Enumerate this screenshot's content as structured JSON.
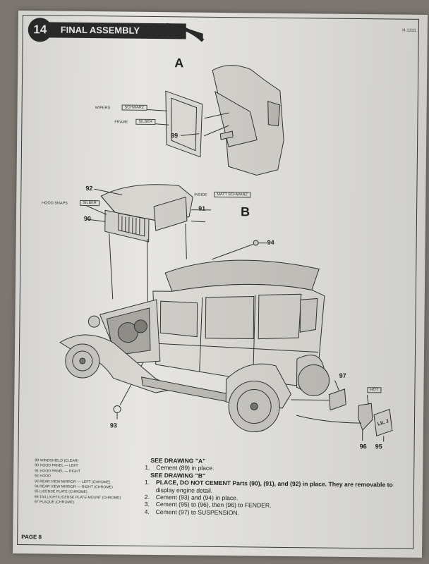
{
  "header": {
    "step_number": "14",
    "title": "FINAL ASSEMBLY",
    "kit_number": "H-1331"
  },
  "drawing_a": {
    "label": "A",
    "callouts": {
      "wipers": "WIPERS",
      "wipers_color": "SCHWARZ",
      "frame": "FRAME",
      "frame_color": "SILBER",
      "part": "89"
    }
  },
  "drawing_b": {
    "label": "B",
    "callouts": {
      "hood": "92",
      "hood_snaps": "HOOD SNAPS",
      "hood_snaps_color": "SILBER",
      "panel": "90",
      "inside": "INSIDE",
      "inside_color": "MATT SCHWARZ",
      "panel_right": "91",
      "mirror": "94",
      "plaque": "97",
      "tag": "HOT",
      "mirror_left": "93",
      "tail_mount": "96",
      "plate": "95",
      "plate_text": "LIL J"
    }
  },
  "parts_legend": [
    "89  WINDSHIELD (CLEAR)",
    "90  HOOD PANEL — LEFT",
    "91  HOOD PANEL — RIGHT",
    "92  HOOD",
    "93  REAR VIEW MIRROR — LEFT (CHROME)",
    "94  REAR VIEW MIRROR — RIGHT (CHROME)",
    "95  LICENSE PLATE (CHROME)",
    "96  TAILLIGHT/LICENSE PLATE MOUNT (CHROME)",
    "97  PLAQUE (CHROME)"
  ],
  "instructions": {
    "see_a": "SEE DRAWING \"A\"",
    "a1": "Cement (89) in place.",
    "see_b": "SEE DRAWING \"B\"",
    "b1": "PLACE, DO NOT CEMENT Parts (90), (91), and (92) in place. They are removable to",
    "b1_cont": "display engine detail.",
    "b2": "Cement (93) and (94) in place.",
    "b3": "Cement (95) to (96), then (96) to FENDER.",
    "b4": "Cement (97) to SUSPENSION."
  },
  "page_number": "PAGE 8"
}
